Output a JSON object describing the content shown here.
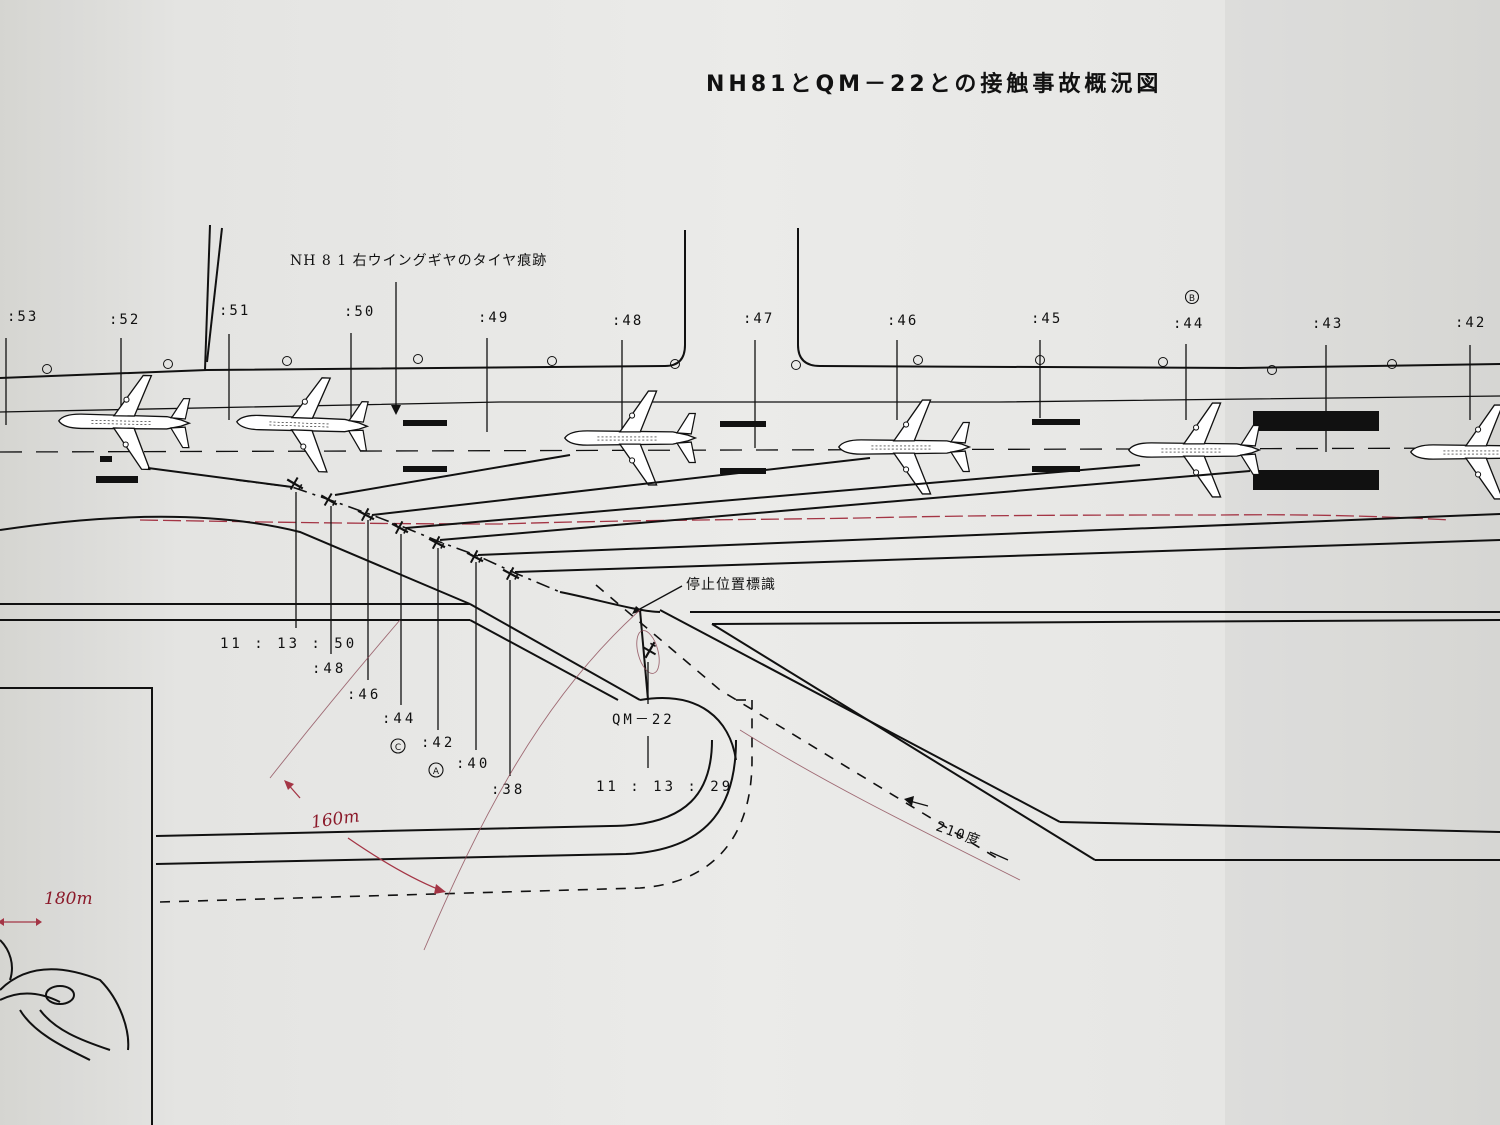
{
  "title": "NH81とQM－22との接触事故概況図",
  "labels": {
    "tire_marks": "NH 8 1 右ウイングギヤのタイヤ痕跡",
    "stop_marker": "停止位置標識",
    "qm22": "QM－22",
    "qm22_time": "11 : 13 : 29",
    "heading": "210度"
  },
  "top_times": [
    ":53",
    ":52",
    ":51",
    ":50",
    ":49",
    ":48",
    ":47",
    ":46",
    ":45",
    ":44",
    ":43",
    ":42"
  ],
  "bottom_times": [
    "11 : 13 : 50",
    ":48",
    ":46",
    ":44",
    ":42",
    ":40",
    ":38"
  ],
  "markers": {
    "a": "A",
    "b": "B",
    "c": "C"
  },
  "handwritten": {
    "distance": "160m",
    "width": "180m"
  }
}
